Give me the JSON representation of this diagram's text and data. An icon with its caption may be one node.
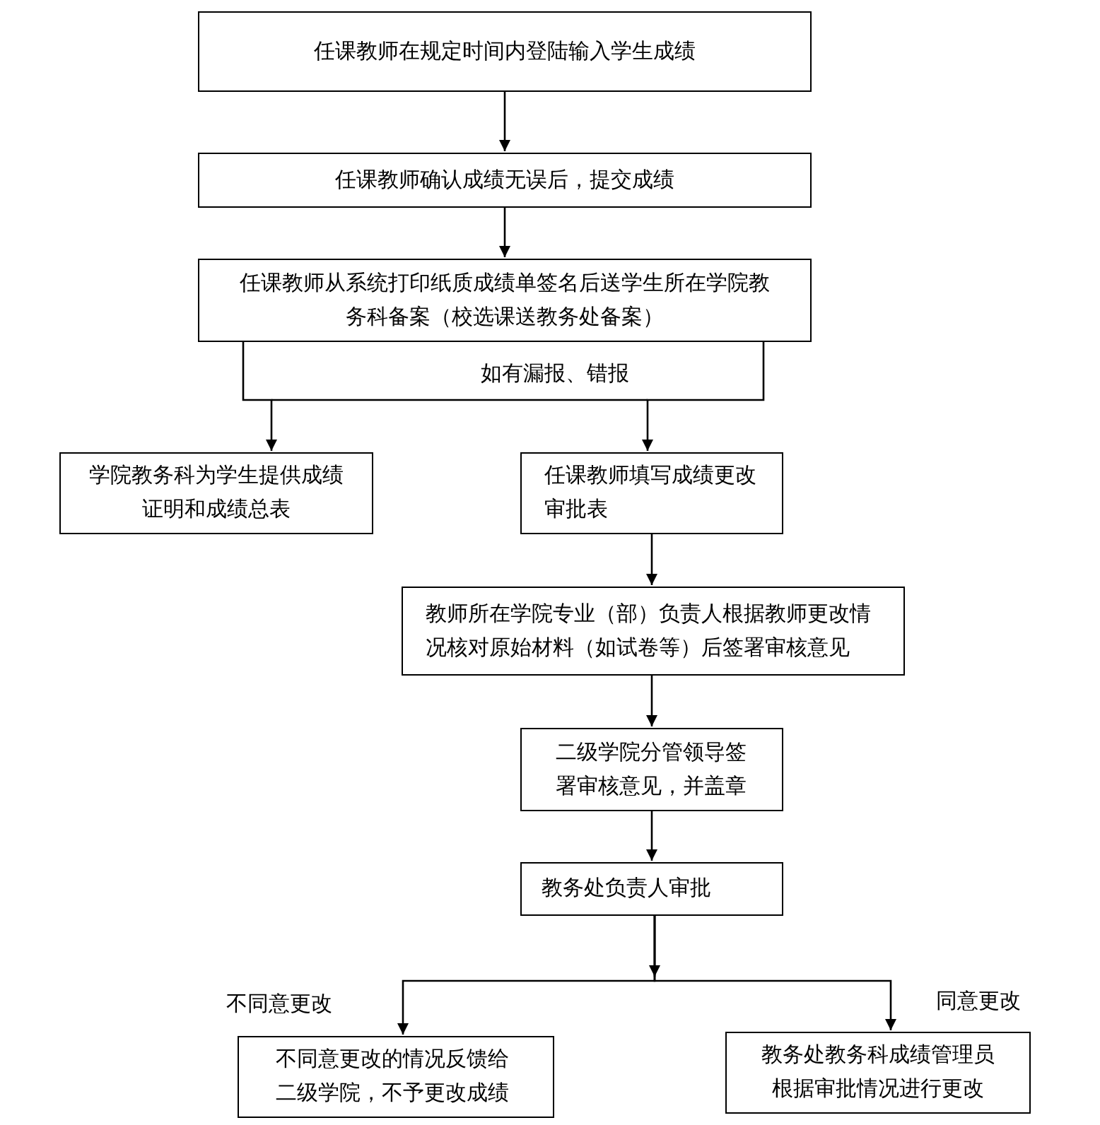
{
  "diagram": {
    "nodes": [
      {
        "text": [
          "任课教师在规定时间内登陆输入学生成绩"
        ]
      },
      {
        "text": [
          "任课教师确认成绩无误后，提交成绩"
        ]
      },
      {
        "text": [
          "任课教师从系统打印纸质成绩单签名后送学生所在学院教务科备案（校选课送教务处备案）"
        ]
      },
      {
        "text": [
          "学院教务科为学生提供成绩证明和成绩总表"
        ]
      },
      {
        "text": [
          "任课教师填写成绩更改审批表"
        ]
      },
      {
        "text": [
          "教师所在学院专业（部）负责人根据教师更改情况核对原始材料（如试卷等）后签署审核意见"
        ]
      },
      {
        "text": [
          "二级学院分管领导签署审核意见，并盖章"
        ]
      },
      {
        "text": [
          "教务处负责人审批"
        ]
      },
      {
        "text": [
          "不同意更改的情况反馈给二级学院，不予更改成绩"
        ]
      },
      {
        "text": [
          "教务处教务科成绩管理员根据审批情况进行更改"
        ]
      }
    ],
    "edges": [
      {
        "from": 0,
        "to": 1,
        "arrow": "to"
      },
      {
        "from": 1,
        "to": 2,
        "arrow": "to"
      },
      {
        "from": 2,
        "to": 3,
        "arrow": "to"
      },
      {
        "from": 2,
        "to": 4,
        "arrow": "to",
        "label": "如有漏报、错报"
      },
      {
        "from": 4,
        "to": 5,
        "arrow": "to"
      },
      {
        "from": 5,
        "to": 6,
        "arrow": "to"
      },
      {
        "from": 6,
        "to": 7,
        "arrow": "to"
      },
      {
        "from": 7,
        "to": 8,
        "arrow": "to",
        "label": "不同意更改"
      },
      {
        "from": 7,
        "to": 9,
        "arrow": "to",
        "label": "同意更改"
      }
    ]
  }
}
